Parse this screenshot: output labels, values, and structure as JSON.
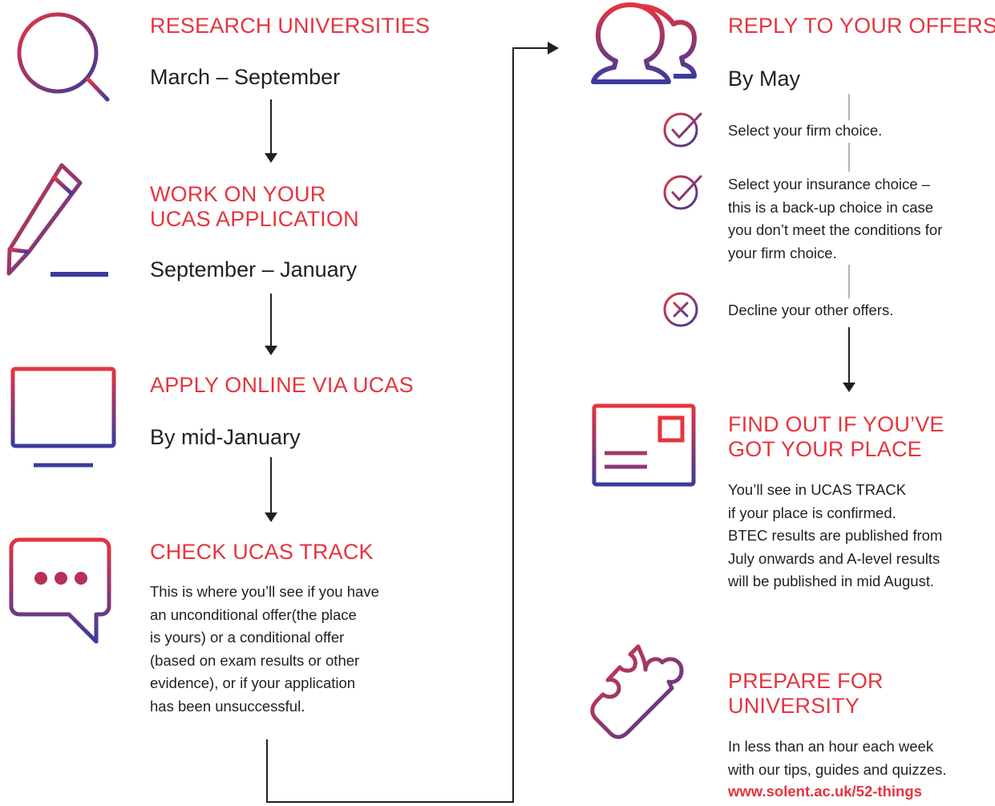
{
  "colors": {
    "accent": "#e4353e",
    "gradient_end": "#3b3a9e",
    "text": "#231f20",
    "connector": "#9a9a9a"
  },
  "steps": [
    {
      "icon": "magnifier-icon",
      "title": "RESEARCH UNIVERSITIES",
      "date": "March – September"
    },
    {
      "icon": "pencil-icon",
      "title_lines": [
        "WORK ON YOUR",
        "UCAS APPLICATION"
      ],
      "date": "September – January"
    },
    {
      "icon": "monitor-icon",
      "title": "APPLY ONLINE VIA UCAS",
      "date": "By mid-January"
    },
    {
      "icon": "chat-bubble-icon",
      "title": "CHECK UCAS TRACK",
      "text": "This is where you’ll see if you have\nan unconditional offer(the place\nis yours) or a conditional offer\n(based on exam results or other\nevidence), or if your application\nhas been unsuccessful."
    },
    {
      "icon": "users-icon",
      "title": "REPLY TO YOUR OFFERS",
      "date": "By May",
      "choices": [
        {
          "icon": "check-circle-icon",
          "text": "Select your firm choice."
        },
        {
          "icon": "check-circle-icon",
          "text": "Select your insurance choice –\nthis is a back-up choice in case\nyou don’t meet the conditions for\nyour firm choice."
        },
        {
          "icon": "x-circle-icon",
          "text": "Decline your other offers."
        }
      ]
    },
    {
      "icon": "postcard-icon",
      "title_lines": [
        "FIND OUT IF YOU’VE",
        "GOT YOUR PLACE"
      ],
      "text": "You’ll see in UCAS TRACK\nif your place is confirmed.\nBTEC results are published from\nJuly onwards and A-level results\nwill be published in mid August."
    },
    {
      "icon": "puzzle-piece-icon",
      "title_lines": [
        "PREPARE FOR",
        "UNIVERSITY"
      ],
      "text": "In less than an hour each week\nwith our tips, guides and quizzes.",
      "link": "www.solent.ac.uk/52-things"
    }
  ]
}
